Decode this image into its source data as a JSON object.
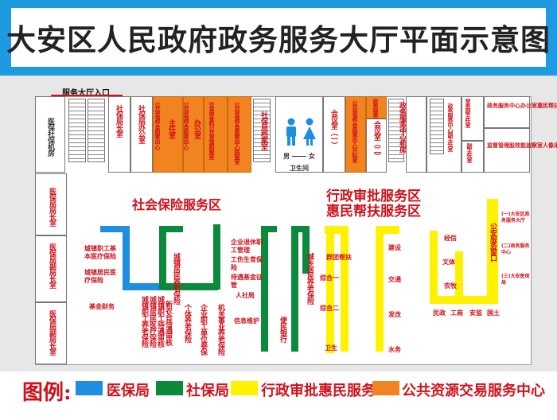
{
  "title": "大安区人民政府政务服务大厅平面示意图",
  "entrance": "服务大厅入口",
  "colors": {
    "blue": "#1e8ee0",
    "green": "#0b8a3c",
    "yellow": "#fff200",
    "orange": "#f2841f",
    "title_bar": "#1e9be0"
  },
  "rooms": {
    "medical_server": "医保社保机房",
    "social_director": "社保局长室",
    "social_office": "社保局办公室",
    "director_room": "主任室",
    "public_res_center_1": "公共资源交易服务中心",
    "office": "办公室",
    "public_res_center_2": "公共资源交易服务中心",
    "archive_public": "交易审查科公共资源档案室",
    "center_archive": "公共资源交易服务中心档案室",
    "social_archive": "社保局档案室",
    "male": "男",
    "female": "女",
    "toilet": "卫生间",
    "meeting_1": "会议室（一）",
    "public_res_center_3": "公共资源交易服务中心开标室",
    "meeting_2": "会议室（二）",
    "room_small": "政务服务中心",
    "server_room": "政务服务中心机房",
    "deputy_office": "政务服务中心副主任室",
    "office_room": "常务副主任室",
    "center_office": "政务服务中心办公室惠民帮扶中心",
    "deputy_director": "副主任室",
    "supervise": "监督管理股效能监察室人像采集室",
    "medical_director": "医保局局长室",
    "medical_deputy_1": "医保局副局长室",
    "medical_deputy_2": "医保局副局长室"
  },
  "zones": {
    "social_insurance": "社会保险服务区",
    "admin_approval": "行政审批服务区",
    "benefit": "惠民帮扶服务区"
  },
  "counters": {
    "blue_1": "城镇职工基本医疗保险",
    "blue_2": "城镇居民医疗保险",
    "fund_finance": "基金财务",
    "g_town_emp": "城镇职工养老保险",
    "g_resident_med": "城镇居民医疗保险",
    "g_town_emp2": "城镇职工待遇审核",
    "g_resident_pen": "城镇居民养老保险",
    "g_new_rural": "新农合待遇审核",
    "g_indiv": "个体养老保险",
    "g_enterprise": "企业职工单位参保",
    "g_agency": "机关事业养老保险",
    "g_retire": "企业退休职工管理",
    "g_injury": "工伤生育保险",
    "g_fund": "待遇基金征管",
    "g_social": "人社局",
    "g_info": "信息维护",
    "g_bank": "便民银行",
    "g_rural": "城乡居民养老保险",
    "y_group": "群团帮扶",
    "y_comp1": "综合一",
    "y_comp2": "综合二",
    "y_health": "卫生",
    "y_build": "建设",
    "y_traffic": "交通",
    "y_reform": "发改",
    "y_water": "水务",
    "y_econ": "经信",
    "y_culture": "文体",
    "y_agri": "农牧",
    "y_civil": "民政",
    "y_industry": "工商",
    "y_safety": "安监",
    "y_land": "国土",
    "police": "公安服务窗口",
    "r_side_1": "(一)大安区政务服务大厅",
    "r_side_2": "(二)政务服务中心",
    "r_side_3": "(三)大安医保局"
  },
  "legend": {
    "title": "图例:",
    "items": [
      "医保局",
      "社保局",
      "行政审批惠民服务",
      "公共资源交易服务中心"
    ]
  }
}
